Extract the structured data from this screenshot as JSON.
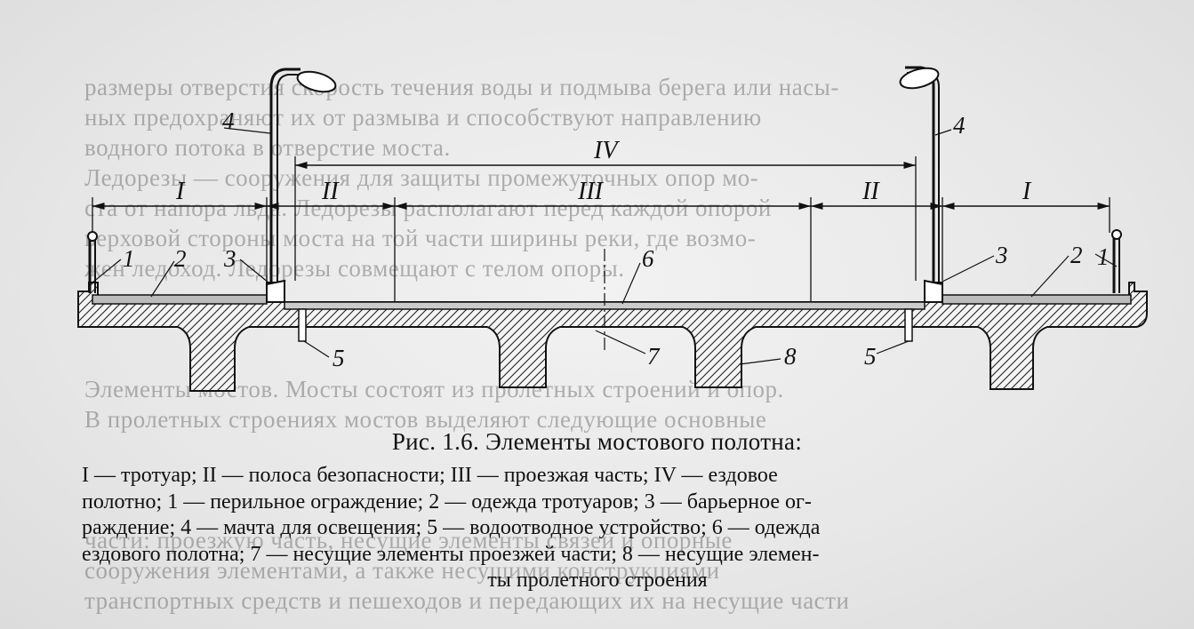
{
  "background_text": [
    "размеры отверстия скорость течения воды и подмыва берега или насы-",
    "ных предохраняют их от размыва и способствуют направлению",
    "водного потока в отверстие моста.",
    "Ледорезы — сооружения для защиты промежуточных опор мо-",
    "ста от напора льда. Ледорезы располагают перед каждой опорой",
    "верховой стороны моста на той части ширины реки, где возмо-",
    "жен ледоход. Ледорезы совмещают с телом опоры.",
    "Элементы мостов. Мосты состоят из пролетных строений и опор.",
    "В пролетных строениях мостов выделяют следующие основные",
    "части: проезжую часть, несущие элементы связей и опорные",
    "сооружения элементами, а также несущими конструкциями",
    "транспортных средств и пешеходов и передающих их на несущие части"
  ],
  "figure": {
    "zone_labels": [
      "I",
      "II",
      "III",
      "II",
      "I"
    ],
    "roadway_label": "IV",
    "callouts": {
      "rail_left": "1",
      "rail_right": "1",
      "sidewalk_left": "2",
      "sidewalk_right": "2",
      "barrier_left": "3",
      "barrier_right": "3",
      "mast_left": "4",
      "mast_right": "4",
      "drain_left": "5",
      "drain_right": "5",
      "deck_surface": "6",
      "carriageway_beam": "7",
      "main_girder": "8"
    }
  },
  "caption": {
    "title": "Рис. 1.6. Элементы мостового полотна:",
    "lines": [
      "I — тротуар; II — полоса безопасности; III — проезжая часть; IV — ездовое",
      "полотно; 1 — перильное ограждение; 2 — одежда тротуаров; 3 — барьерное ог-",
      "раждение; 4 — мачта для освещения; 5 — водоотводное устройство; 6 — одежда",
      "ездового полотна; 7 — несущие элементы проезжей части; 8 — несущие элемен-",
      "ты пролетного строения"
    ]
  }
}
